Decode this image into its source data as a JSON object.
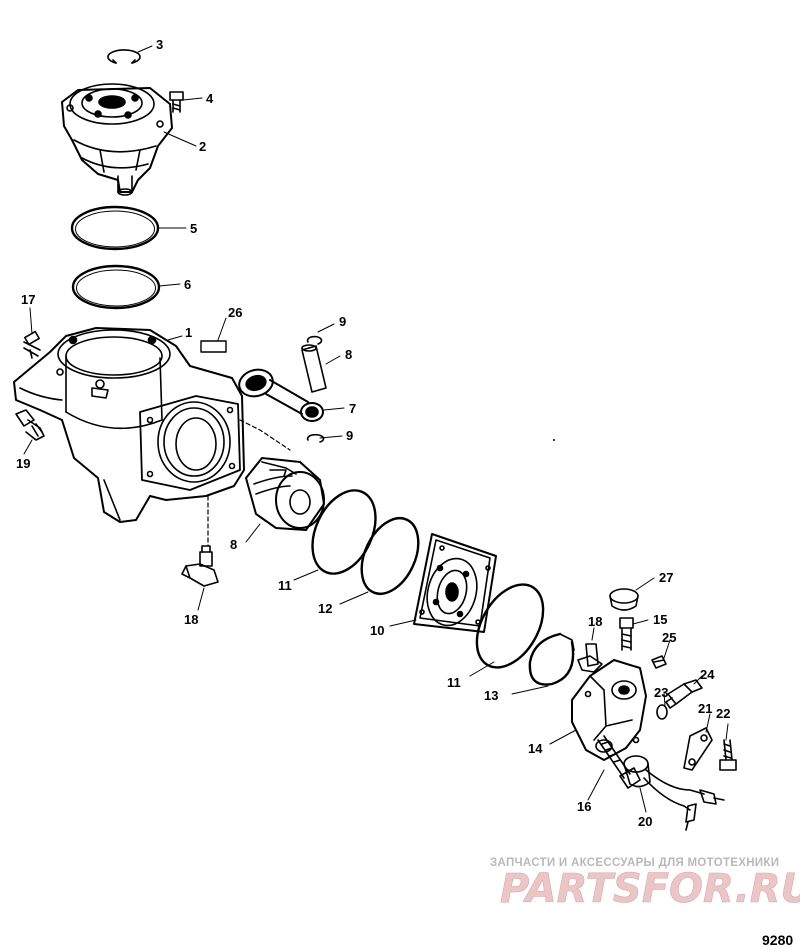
{
  "callouts": [
    {
      "id": "c3",
      "text": "3"
    },
    {
      "id": "c4",
      "text": "4"
    },
    {
      "id": "c2",
      "text": "2"
    },
    {
      "id": "c5",
      "text": "5"
    },
    {
      "id": "c6",
      "text": "6"
    },
    {
      "id": "c17",
      "text": "17"
    },
    {
      "id": "c26",
      "text": "26"
    },
    {
      "id": "c1",
      "text": "1"
    },
    {
      "id": "c9a",
      "text": "9"
    },
    {
      "id": "c8a",
      "text": "8"
    },
    {
      "id": "c7",
      "text": "7"
    },
    {
      "id": "c9b",
      "text": "9"
    },
    {
      "id": "c19",
      "text": "19"
    },
    {
      "id": "c8b",
      "text": "8"
    },
    {
      "id": "c11a",
      "text": "11"
    },
    {
      "id": "c12",
      "text": "12"
    },
    {
      "id": "c10",
      "text": "10"
    },
    {
      "id": "c18a",
      "text": "18"
    },
    {
      "id": "c27",
      "text": "27"
    },
    {
      "id": "c15",
      "text": "15"
    },
    {
      "id": "c18b",
      "text": "18"
    },
    {
      "id": "c25",
      "text": "25"
    },
    {
      "id": "c11b",
      "text": "11"
    },
    {
      "id": "c13",
      "text": "13"
    },
    {
      "id": "c24",
      "text": "24"
    },
    {
      "id": "c23",
      "text": "23"
    },
    {
      "id": "c21",
      "text": "21"
    },
    {
      "id": "c22",
      "text": "22"
    },
    {
      "id": "c14",
      "text": "14"
    },
    {
      "id": "c16",
      "text": "16"
    },
    {
      "id": "c20",
      "text": "20"
    }
  ],
  "watermark": {
    "tagline": "ЗАПЧАСТИ И АКСЕССУАРЫ ДЛЯ МОТОТЕХНИКИ",
    "brand": "PARTSFOR.RU"
  },
  "figure_number": "9280",
  "colors": {
    "line": "#000000",
    "watermark_text": "#b9b9b9",
    "watermark_brand": "#e7b9b9"
  }
}
